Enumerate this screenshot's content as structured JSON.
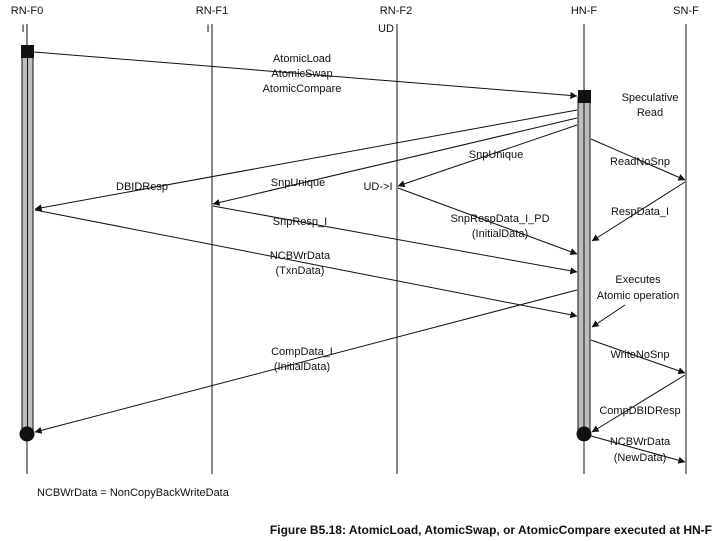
{
  "nodes": [
    {
      "id": "rnf0",
      "name": "RN-F0",
      "state": "I"
    },
    {
      "id": "rnf1",
      "name": "RN-F1",
      "state": "I"
    },
    {
      "id": "rnf2",
      "name": "RN-F2",
      "state": "UD"
    },
    {
      "id": "hnf",
      "name": "HN-F",
      "state": ""
    },
    {
      "id": "snf",
      "name": "SN-F",
      "state": ""
    }
  ],
  "messages": {
    "req_l1": "AtomicLoad",
    "req_l2": "AtomicSwap",
    "req_l3": "AtomicCompare",
    "spec_l1": "Speculative",
    "spec_l2": "Read",
    "readnosnp": "ReadNoSnp",
    "snpunique_f2": "SnpUnique",
    "snpunique_f1": "SnpUnique",
    "dbidresp": "DBIDResp",
    "ud_to_i": "UD->I",
    "respdata": "RespData_I",
    "snpresp": "SnpResp_I",
    "snprespdata_l1": "SnpRespData_I_PD",
    "snprespdata_l2": "(InitialData)",
    "ncbwrdata1_l1": "NCBWrData",
    "ncbwrdata1_l2": "(TxnData)",
    "exec_l1": "Executes",
    "exec_l2": "Atomic operation",
    "compdata_l1": "CompData_I",
    "compdata_l2": "(InitialData)",
    "writenosnp": "WriteNoSnp",
    "compdbidresp": "CompDBIDResp",
    "ncbwrdata2_l1": "NCBWrData",
    "ncbwrdata2_l2": "(NewData)"
  },
  "footnote": "NCBWrData = NonCopyBackWriteData",
  "caption": "Figure B5.18: AtomicLoad, AtomicSwap, or AtomicCompare executed at HN-F"
}
